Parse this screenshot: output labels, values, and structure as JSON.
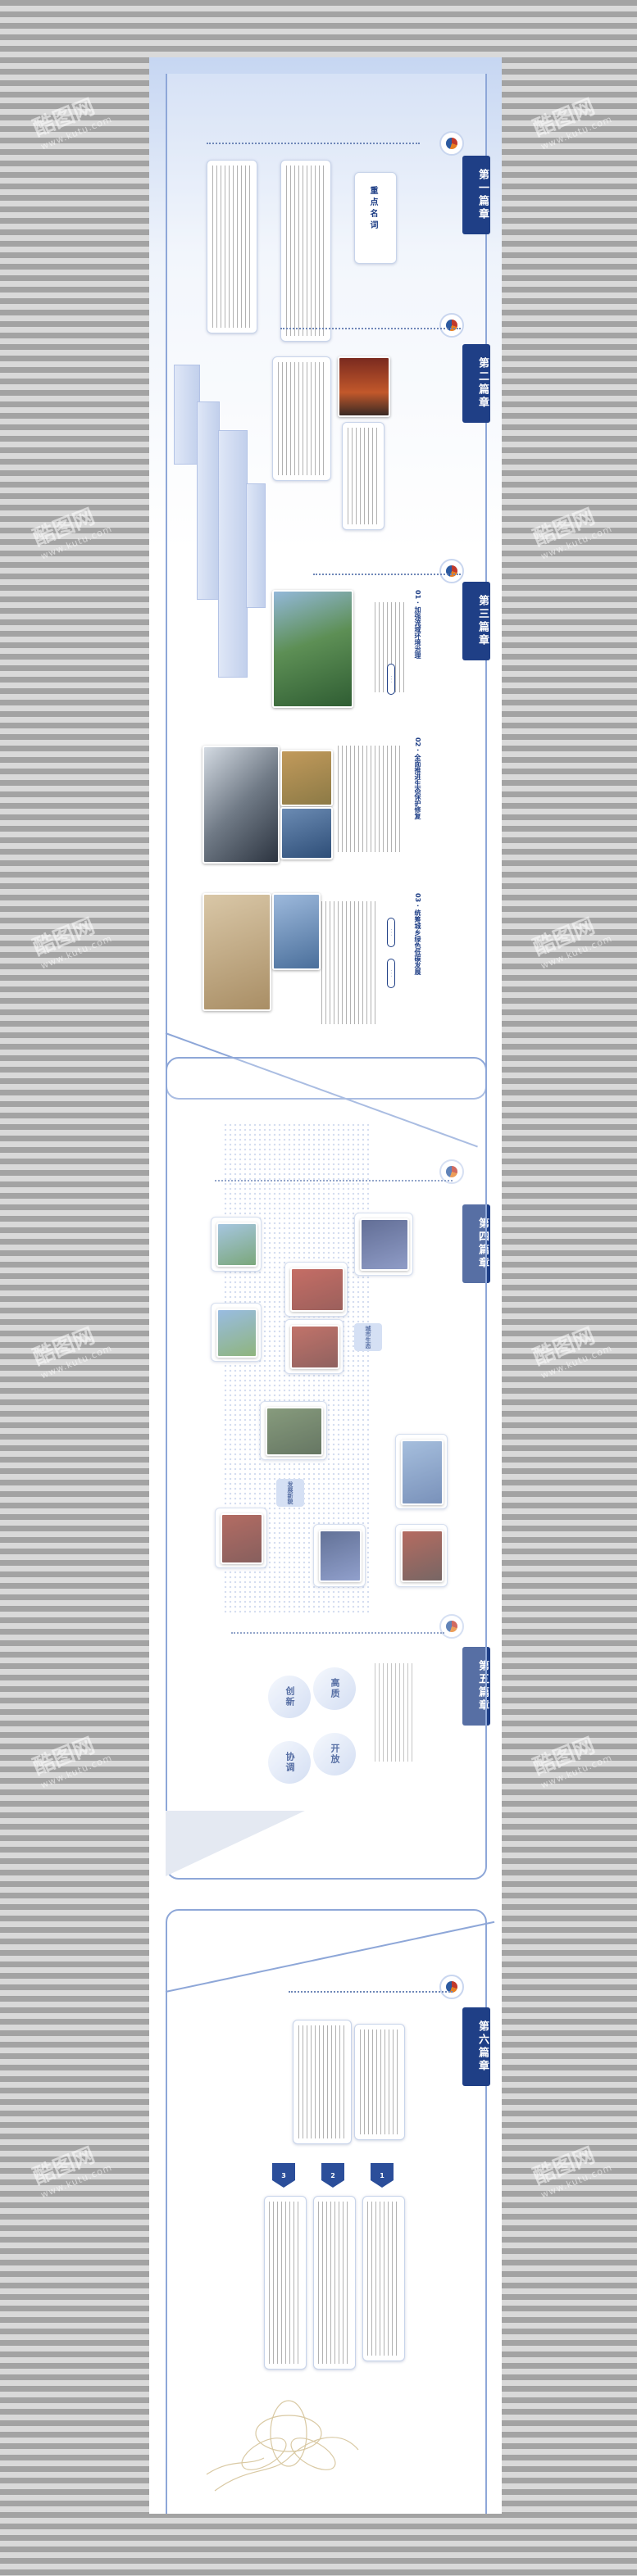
{
  "sections": [
    {
      "id": "s1",
      "title": "第一篇章",
      "emblem_title": "重点名词"
    },
    {
      "id": "s2",
      "title": "第二篇章"
    },
    {
      "id": "s3",
      "title": "第三篇章",
      "subsections": [
        {
          "label": "01 · 加强流域环境治理"
        },
        {
          "label": "02 · 全面推进生态保护修复"
        },
        {
          "label": "03 · 统筹城乡绿色低碳发展"
        }
      ]
    },
    {
      "id": "s4",
      "title": "第四篇章",
      "center_tags": [
        "城市生态",
        "发展新貌"
      ]
    },
    {
      "id": "s5",
      "title": "第五篇章",
      "bubbles": [
        "创新",
        "高质",
        "协调",
        "开放"
      ]
    },
    {
      "id": "s6",
      "title": "第六篇章",
      "numbers": [
        "1",
        "2",
        "3"
      ]
    }
  ],
  "watermark": {
    "brand": "酷图网",
    "url": "www.kutu.com"
  },
  "colors": {
    "accent": "#1f3f86",
    "frame": "#8ea7d8",
    "stripe_dark": "#a3a3a3",
    "stripe_light": "#d9d9d9"
  }
}
